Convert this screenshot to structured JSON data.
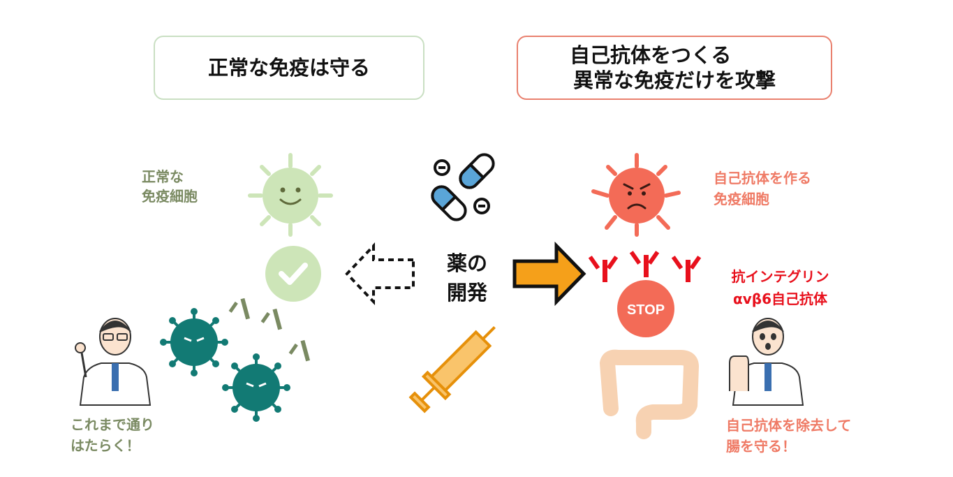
{
  "boxes": {
    "left": "正常な免疫は守る",
    "right_line1": "自己抗体をつくる",
    "right_line2": "異常な免疫だけを攻撃"
  },
  "labels": {
    "normal_cell_l1": "正常な",
    "normal_cell_l2": "免疫細胞",
    "works_l1": "これまで通り",
    "works_l2": "はたらく！",
    "bad_cell_l1": "自己抗体を作る",
    "bad_cell_l2": "免疫細胞",
    "antibody_l1": "抗インテグリン",
    "antibody_l2": "αvβ6自己抗体",
    "protect_l1": "自己抗体を除去して",
    "protect_l2": "腸を守る！",
    "drug_l1": "薬の",
    "drug_l2": "開発",
    "stop": "STOP"
  },
  "colors": {
    "green_text": "#7a8a62",
    "green_cell": "#cde5b8",
    "salmon_text": "#ef7a65",
    "red_cell": "#f36b57",
    "red_text": "#e8101c",
    "arrow_orange": "#f5a01a",
    "virus_teal": "#127a74",
    "intestine": "#f7d2b2"
  },
  "icons": [
    "happy-cell-icon",
    "check-icon",
    "virus-icon",
    "doctor-ok-icon",
    "pill-icon",
    "syringe-icon",
    "angry-cell-icon",
    "stop-sign-icon",
    "intestine-icon",
    "doctor-stop-icon",
    "antibody-icon"
  ]
}
